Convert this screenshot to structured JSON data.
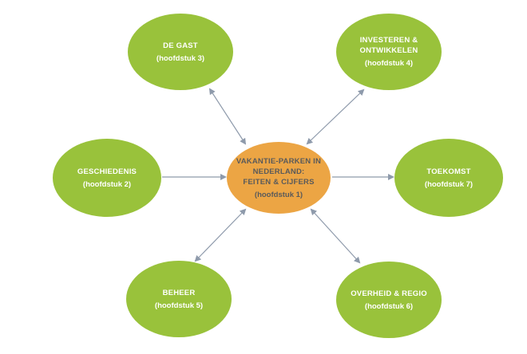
{
  "diagram": {
    "colors": {
      "center": "#eca544",
      "satellite": "#99c23b",
      "connector": "#8e9aab",
      "text_light": "#ffffff",
      "text_dark": "#5a5a5a"
    },
    "center": {
      "title_lines": [
        "VAKANTIE-PARKEN IN",
        "NEDERLAND:",
        "FEITEN & CIJFERS"
      ],
      "chapter": "(hoofdstuk 1)"
    },
    "nodes": [
      {
        "id": "de-gast",
        "title_lines": [
          "DE GAST"
        ],
        "chapter": "(hoofdstuk 3)"
      },
      {
        "id": "investeren",
        "title_lines": [
          "INVESTEREN &",
          "ONTWIKKELEN"
        ],
        "chapter": "(hoofdstuk 4)"
      },
      {
        "id": "geschiedenis",
        "title_lines": [
          "GESCHIEDENIS"
        ],
        "chapter": "(hoofdstuk 2)"
      },
      {
        "id": "toekomst",
        "title_lines": [
          "TOEKOMST"
        ],
        "chapter": "(hoofdstuk 7)"
      },
      {
        "id": "beheer",
        "title_lines": [
          "BEHEER"
        ],
        "chapter": "(hoofdstuk 5)"
      },
      {
        "id": "overheid",
        "title_lines": [
          "OVERHEID & REGIO"
        ],
        "chapter": "(hoofdstuk 6)"
      }
    ]
  }
}
